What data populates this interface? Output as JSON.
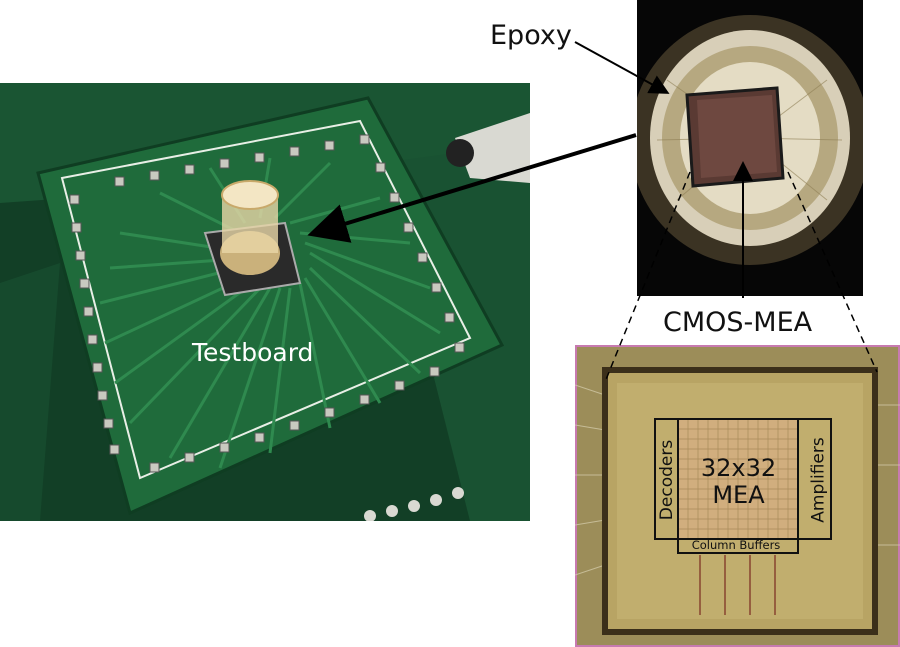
{
  "labels": {
    "epoxy": "Epoxy",
    "cmos_mea": "CMOS-MEA",
    "testboard": "Testboard",
    "mea": "32x32 MEA",
    "decoders": "Decoders",
    "amplifiers": "Amplifiers",
    "column_buffers": "Column Buffers"
  },
  "colors": {
    "pcb_green": "#1f6b3b",
    "chip_gold": "#b8a464",
    "background": "#ffffff"
  }
}
